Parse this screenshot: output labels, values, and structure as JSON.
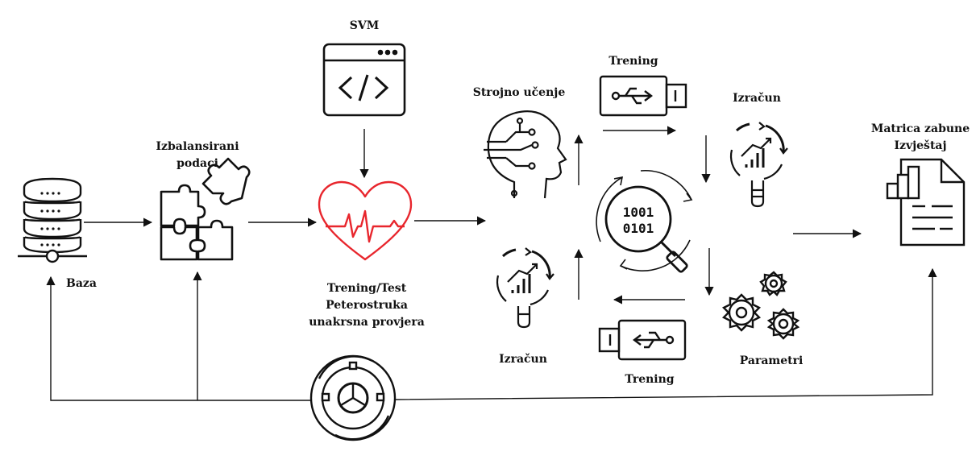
{
  "labels": {
    "svm": "SVM",
    "baza": "Baza",
    "balanced": [
      "Izbalansirani",
      "podaci"
    ],
    "trening_test": [
      "Trening/Test",
      "Peterostruka",
      "unakrsna provjera"
    ],
    "strojno_ucenje": "Strojno učenje",
    "trening_top": "Trening",
    "izracun_top": "Izračun",
    "izracun_bottom": "Izračun",
    "trening_bottom": "Trening",
    "parametri": "Parametri",
    "matrica": [
      "Matrica zabune",
      "Izvještaj"
    ]
  },
  "icons": {
    "database": "database-icon",
    "puzzle": "puzzle-icon",
    "code_window": "code-window-icon",
    "heartbeat": "heartbeat-icon",
    "ai_head": "ai-head-icon",
    "usb_top": "usb-icon",
    "usb_bottom": "usb-icon",
    "bulb_top": "idea-bulb-icon",
    "bulb_bottom": "idea-bulb-icon",
    "binary_search": "binary-search-icon",
    "gears": "gears-icon",
    "report": "report-icon",
    "dashboard": "dashboard-icon"
  },
  "colors": {
    "ink": "#111111",
    "heart": "#e8262d",
    "background": "#ffffff"
  }
}
